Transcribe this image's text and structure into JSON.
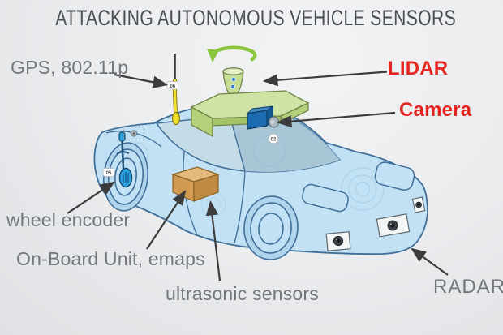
{
  "title": "ATTACKING AUTONOMOUS VEHICLE SENSORS",
  "labels": {
    "gps": "GPS, 802.11p",
    "lidar": "LIDAR",
    "camera": "Camera",
    "wheel_encoder": "wheel encoder",
    "onboard_unit": "On-Board Unit, emaps",
    "ultrasonic": "ultrasonic sensors",
    "radar": "RADAR"
  },
  "badges": {
    "antenna": "06",
    "camera": "02",
    "wheel": "05"
  },
  "colors": {
    "background": "#e9ebec",
    "title": "#4a4d52",
    "label_gray": "#74777a",
    "accent_red": "#e52520",
    "arrow": "#3c3c3c",
    "car_body": "#c2e1f4",
    "car_outline": "#3f6f99",
    "glass": "#abc9da",
    "lidar_green": "#b3d179",
    "rotation_green": "#8cc63f",
    "antenna_yellow": "#f2e12f",
    "camera_blue": "#1d6cb2",
    "obu_tan": "#d29a51",
    "hub_blue": "#2ba2df"
  }
}
